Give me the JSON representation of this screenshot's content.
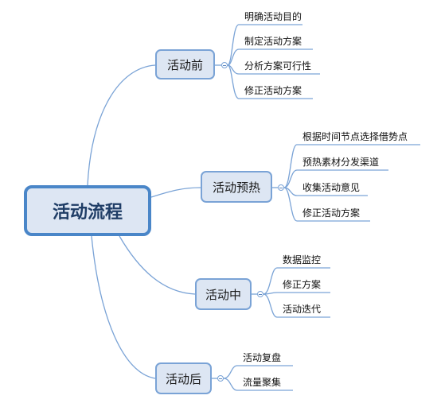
{
  "root": "活动流程",
  "branches": [
    {
      "label": "活动前",
      "items": [
        "明确活动目的",
        "制定活动方案",
        "分析方案可行性",
        "修正活动方案"
      ]
    },
    {
      "label": "活动预热",
      "items": [
        "根据时间节点选择借势点",
        "预热素材分发渠道",
        "收集活动意见",
        "修正活动方案"
      ]
    },
    {
      "label": "活动中",
      "items": [
        "数据监控",
        "修正方案",
        "活动迭代"
      ]
    },
    {
      "label": "活动后",
      "items": [
        "活动复盘",
        "流量聚集"
      ]
    }
  ],
  "colors": {
    "line": "#7aa3d6",
    "root_border": "#4a86c8",
    "fill": "#dde6f3"
  }
}
